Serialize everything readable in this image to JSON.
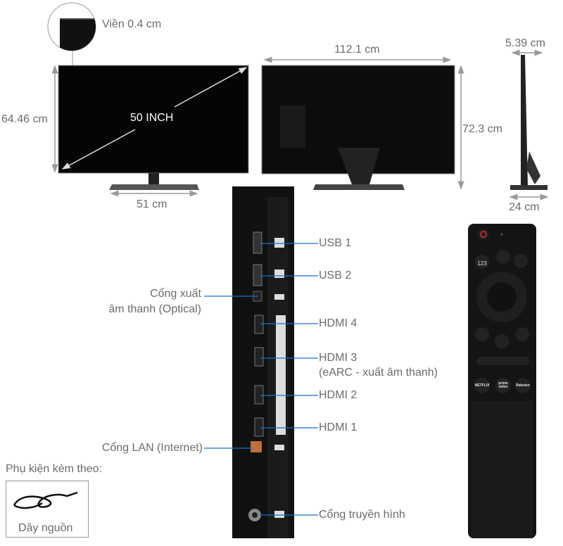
{
  "front": {
    "bezel_label": "Viền 0.4 cm",
    "height_label": "64.46 cm",
    "diagonal_label": "50 INCH",
    "stand_width_label": "51 cm"
  },
  "back": {
    "width_label": "112.1 cm",
    "height_label": "72.3 cm"
  },
  "side": {
    "depth_label": "5.39 cm",
    "stand_depth_label": "24 cm"
  },
  "ports": {
    "usb1": "USB 1",
    "usb2": "USB 2",
    "optical_line1": "Cổng xuất",
    "optical_line2": "âm thanh (Optical)",
    "hdmi4": "HDMI 4",
    "hdmi3": "HDMI 3",
    "hdmi3_note": "(eARC - xuất âm thanh)",
    "hdmi2": "HDMI 2",
    "hdmi1": "HDMI 1",
    "lan": "Cổng LAN (Internet)",
    "antenna": "Cổng truyền hình"
  },
  "remote": {
    "buttons": [
      "power",
      "mic",
      "123",
      "multiview",
      "dpad",
      "back",
      "home",
      "play-pause",
      "volume",
      "channel",
      "NETFLIX",
      "prime video",
      "Rakuten"
    ]
  },
  "accessories": {
    "heading": "Phụ kiện kèm theo:",
    "items": [
      {
        "label": "Dây nguồn"
      }
    ]
  },
  "colors": {
    "callout_line": "#1a6fd0",
    "text": "#6b6b6b",
    "arrow": "#9a9a9a"
  }
}
